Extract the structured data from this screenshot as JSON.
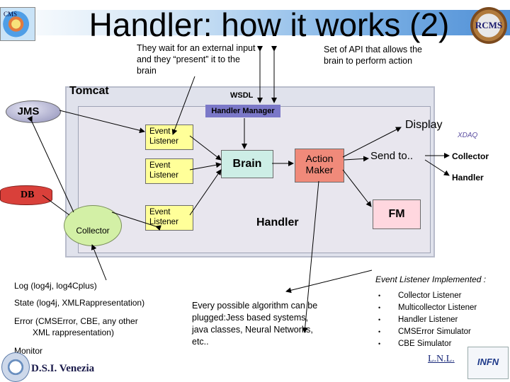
{
  "title": "Handler: how it works (2)",
  "logos": {
    "cms": "CMS",
    "rcms": "RCMS",
    "infn": "INFN",
    "lnl": "L.N.L.",
    "dsi": "D.S.I. Venezia"
  },
  "notes": {
    "external_input": "They wait for an external input and they “present” it to the brain",
    "api": "Set of API that allows the brain to perform action"
  },
  "labels": {
    "tomcat": "Tomcat",
    "wsdl": "WSDL",
    "jms": "JMS",
    "handler_manager": "Handler Manager",
    "display": "Display",
    "xdaq": "XDAQ",
    "send_to": "Send to..",
    "collector_right": "Collector",
    "handler_right": "Handler",
    "db": "DB",
    "collector": "Collector",
    "event_listener_1": "Event Listener",
    "event_listener_2": "Event Listener",
    "event_listener_3": "Event Listener",
    "brain": "Brain",
    "action_maker": "Action Maker",
    "handler_center": "Handler",
    "fm": "FM"
  },
  "left_list": [
    "Log (log4j, log4Cplus)",
    "State (log4j, XMLRappresentation)",
    "Error (CMSError, CBE, any other",
    "XML rappresentation)",
    "Monitor"
  ],
  "middle_text": "Every possible algorithm can be plugged:Jess based systems, java classes, Neural Networks, etc..",
  "implemented": {
    "heading": "Event Listener Implemented :",
    "items": [
      "Collector Listener",
      "Multicollector Listener",
      "Handler Listener",
      "CMSError Simulator",
      "CBE Simulator"
    ]
  }
}
